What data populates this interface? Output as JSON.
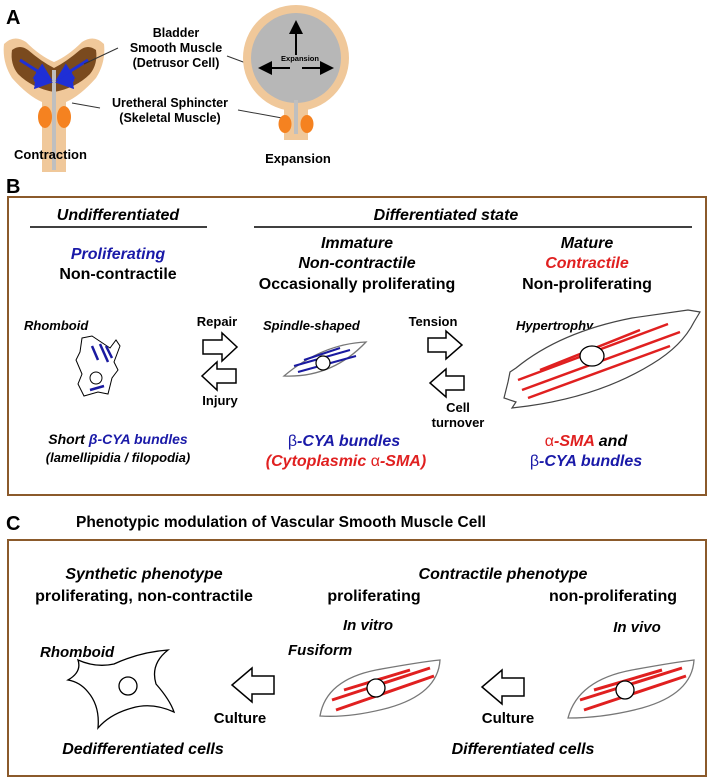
{
  "colors": {
    "frame": "#8b5a2b",
    "tissue": "#f0c89a",
    "muscle": "#7a4a1e",
    "sphincter_fill": "#f58220",
    "arrow_blue": "#1f2fd6",
    "bundle_blue": "#1a1aa0",
    "bundle_red": "#e02020",
    "lumen": "#b7b7b7",
    "text_blue": "#1a1aa8",
    "text_red": "#e02020"
  },
  "panelA": {
    "label": "A",
    "bladder_label": [
      "Bladder",
      "Smooth Muscle",
      "(Detrusor Cell)"
    ],
    "sphincter_label": [
      "Uretheral Sphincter",
      "(Skeletal Muscle)"
    ],
    "contraction": "Contraction",
    "expansion_inner": "Expansion",
    "expansion": "Expansion"
  },
  "panelB": {
    "label": "B",
    "undiff_header": "Undifferentiated",
    "diff_header": "Differentiated state",
    "col1": {
      "line1": "Proliferating",
      "line2": "Non-contractile"
    },
    "col2": {
      "line1": "Immature",
      "line2": "Non-contractile",
      "line3": "Occasionally proliferating"
    },
    "col3": {
      "line1": "Mature",
      "line2": "Contractile",
      "line3": "Non-proliferating"
    },
    "rhomboid": "Rhomboid",
    "spindle": "Spindle-shaped",
    "hypertrophy": "Hypertrophy",
    "repair": "Repair",
    "injury": "Injury",
    "tension": "Tension",
    "cell_turnover": [
      "Cell",
      "turnover"
    ],
    "bundles1": {
      "prefix": "Short ",
      "beta": "β",
      "rest": "-CYA bundles",
      "line2": "(lamellipidia / filopodia)"
    },
    "bundles2": {
      "beta": "β",
      "rest": "-CYA bundles",
      "line2_a": "(Cytoplasmic ",
      "alpha": "α",
      "line2_b": "-SMA)"
    },
    "bundles3": {
      "alpha": "α",
      "sma": "-SMA",
      "and": " and",
      "beta": "β",
      "rest": "-CYA bundles"
    }
  },
  "panelC": {
    "label": "C",
    "title": "Phenotypic modulation of Vascular Smooth Muscle Cell",
    "synthetic": "Synthetic phenotype",
    "synthetic_sub": "proliferating, non-contractile",
    "contractile": "Contractile phenotype",
    "proliferating": "proliferating",
    "non_proliferating": "non-proliferating",
    "in_vitro": "In vitro",
    "in_vivo": "In vivo",
    "rhomboid": "Rhomboid",
    "fusiform": "Fusiform",
    "culture1": "Culture",
    "culture2": "Culture",
    "dediff": "Dedifferentiated cells",
    "diff": "Differentiated cells"
  }
}
